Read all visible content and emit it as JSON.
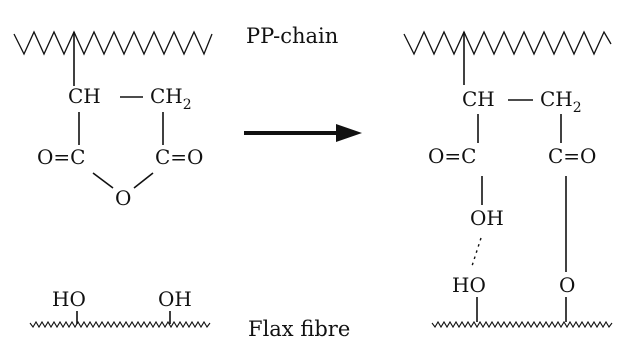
{
  "labels": {
    "pp_chain": "PP-chain",
    "flax_fibre": "Flax fibre"
  },
  "reactant": {
    "ch": "CH",
    "ch2_main": "CH",
    "ch2_sub": "2",
    "left_carbonyl": "O=C",
    "right_carbonyl": "C=O",
    "ring_oxygen": "O",
    "fibre_oh_1": "HO",
    "fibre_oh_2": "OH"
  },
  "product": {
    "ch": "CH",
    "ch2_main": "CH",
    "ch2_sub": "2",
    "left_carbonyl": "O=C",
    "right_carbonyl": "C=O",
    "acid_oh": "OH",
    "fibre_ho": "HO",
    "ester_oxygen": "O"
  }
}
